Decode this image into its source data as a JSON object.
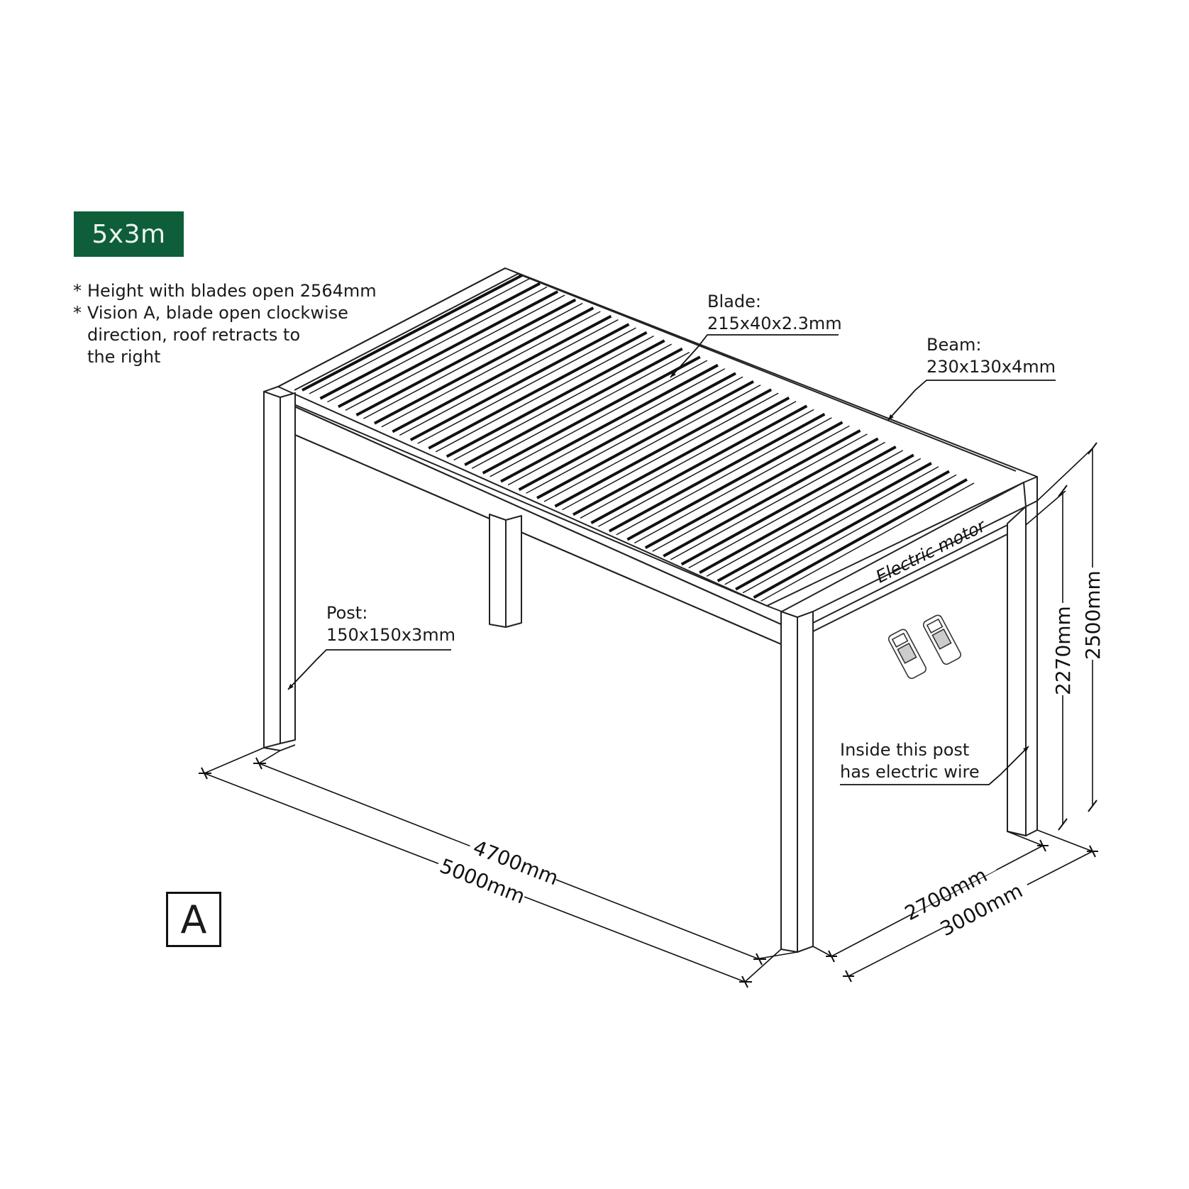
{
  "size_badge": {
    "label": "5x3m",
    "color": "#0e5e3a"
  },
  "notes": [
    {
      "marker": "*",
      "lines": [
        "Height with blades open 2564mm"
      ]
    },
    {
      "marker": "*",
      "lines": [
        "Vision A, blade open clockwise",
        "direction, roof retracts to",
        "the right"
      ]
    }
  ],
  "callouts": {
    "blade": {
      "title": "Blade:",
      "spec": "215x40x2.3mm"
    },
    "beam": {
      "title": "Beam:",
      "spec": "230x130x4mm"
    },
    "post": {
      "title": "Post:",
      "spec": "150x150x3mm"
    },
    "wire": {
      "line1": "Inside this post",
      "line2": "has electric wire"
    },
    "motor": {
      "label": "Electric motor"
    }
  },
  "dimensions": {
    "length_inner": "4700mm",
    "length_outer": "5000mm",
    "width_inner": "2700mm",
    "width_outer": "3000mm",
    "height_inner": "2270mm",
    "height_outer": "2500mm"
  },
  "view_label": "A",
  "accessories": [
    {
      "name": "remote-control"
    },
    {
      "name": "remote-control"
    }
  ]
}
